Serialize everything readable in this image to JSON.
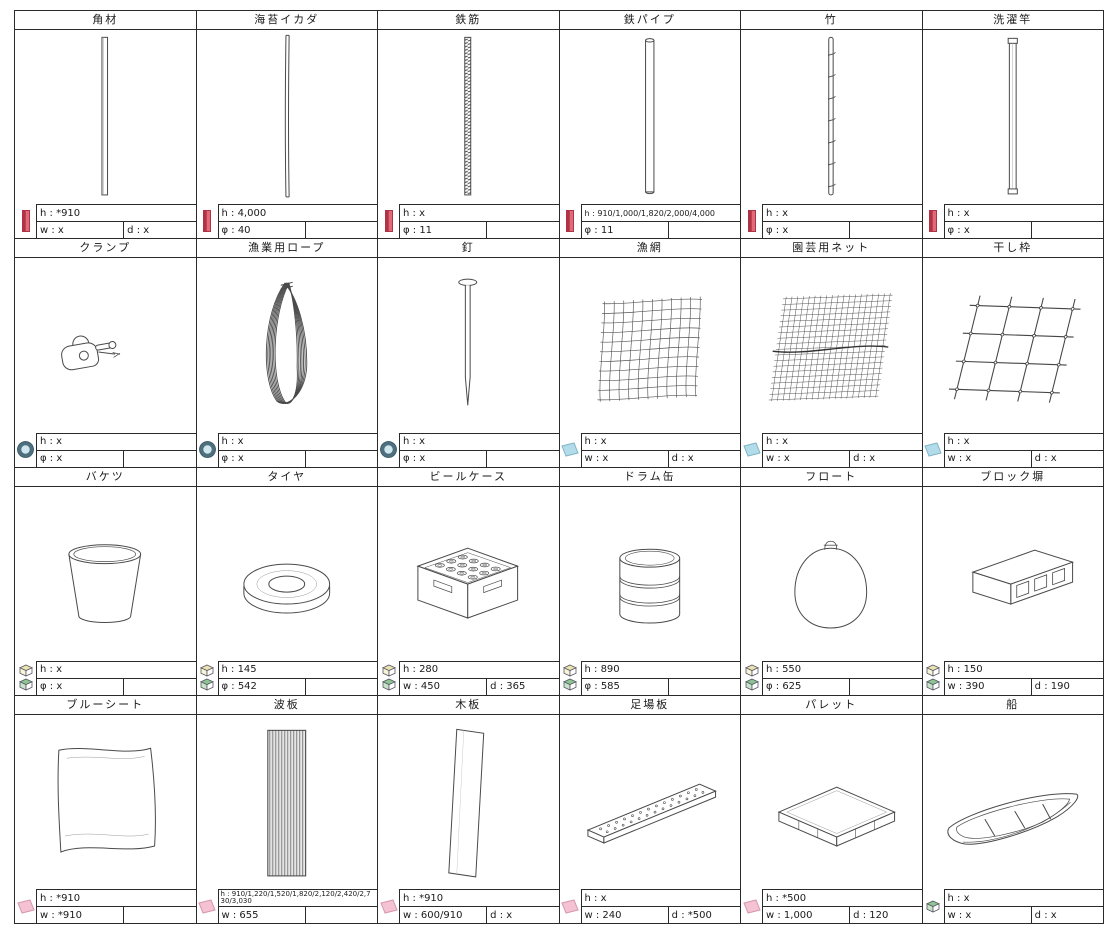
{
  "sheet": {
    "cells": [
      {
        "id": "kakuzai",
        "title": "角材",
        "drawing": "timber",
        "icon": "rod",
        "row1": {
          "label": "h",
          "value": "*910"
        },
        "row2": [
          {
            "label": "w",
            "value": "x"
          },
          {
            "label": "d",
            "value": "x"
          }
        ]
      },
      {
        "id": "nori-ikada",
        "title": "海苔イカダ",
        "drawing": "nori_pole",
        "icon": "rod",
        "row1": {
          "label": "h",
          "value": "4,000"
        },
        "row2": [
          {
            "label": "φ",
            "value": "40"
          }
        ]
      },
      {
        "id": "tekkin",
        "title": "鉄筋",
        "drawing": "rebar",
        "icon": "rod",
        "row1": {
          "label": "h",
          "value": "x"
        },
        "row2": [
          {
            "label": "φ",
            "value": "11"
          }
        ]
      },
      {
        "id": "tetsu-pipe",
        "title": "鉄パイプ",
        "drawing": "pipe",
        "icon": "rod",
        "row1": {
          "label": "h",
          "value": "910/1,000/1,820/2,000/4,000"
        },
        "row2": [
          {
            "label": "φ",
            "value": "11"
          }
        ]
      },
      {
        "id": "take",
        "title": "竹",
        "drawing": "bamboo",
        "icon": "rod",
        "row1": {
          "label": "h",
          "value": "x"
        },
        "row2": [
          {
            "label": "φ",
            "value": "x"
          }
        ]
      },
      {
        "id": "sentakuzao",
        "title": "洗濯竿",
        "drawing": "laundry_pole",
        "icon": "rod",
        "row1": {
          "label": "h",
          "value": "x"
        },
        "row2": [
          {
            "label": "φ",
            "value": "x"
          }
        ]
      },
      {
        "id": "clamp",
        "title": "クランプ",
        "drawing": "clamp",
        "icon": "ring",
        "row1": {
          "label": "h",
          "value": "x"
        },
        "row2": [
          {
            "label": "φ",
            "value": "x"
          }
        ]
      },
      {
        "id": "gyogyou-rope",
        "title": "漁業用ロープ",
        "drawing": "rope",
        "icon": "ring",
        "row1": {
          "label": "h",
          "value": "x"
        },
        "row2": [
          {
            "label": "φ",
            "value": "x"
          }
        ]
      },
      {
        "id": "kugi",
        "title": "釘",
        "drawing": "nail",
        "icon": "ring",
        "row1": {
          "label": "h",
          "value": "x"
        },
        "row2": [
          {
            "label": "φ",
            "value": "x"
          }
        ]
      },
      {
        "id": "gyomou",
        "title": "漁網",
        "drawing": "fishnet",
        "icon": "sheet_blue",
        "row1": {
          "label": "h",
          "value": "x"
        },
        "row2": [
          {
            "label": "w",
            "value": "x"
          },
          {
            "label": "d",
            "value": "x"
          }
        ]
      },
      {
        "id": "engei-net",
        "title": "園芸用ネット",
        "drawing": "garden_net",
        "icon": "sheet_blue",
        "row1": {
          "label": "h",
          "value": "x"
        },
        "row2": [
          {
            "label": "w",
            "value": "x"
          },
          {
            "label": "d",
            "value": "x"
          }
        ]
      },
      {
        "id": "hoshiwaku",
        "title": "干し枠",
        "drawing": "frame",
        "icon": "sheet_blue",
        "row1": {
          "label": "h",
          "value": "x"
        },
        "row2": [
          {
            "label": "w",
            "value": "x"
          },
          {
            "label": "d",
            "value": "x"
          }
        ]
      },
      {
        "id": "bucket",
        "title": "バケツ",
        "drawing": "bucket",
        "icon": "boxes",
        "row1": {
          "label": "h",
          "value": "x"
        },
        "row2": [
          {
            "label": "φ",
            "value": "x"
          }
        ]
      },
      {
        "id": "tire",
        "title": "タイヤ",
        "drawing": "tire",
        "icon": "boxes",
        "row1": {
          "label": "h",
          "value": "145"
        },
        "row2": [
          {
            "label": "φ",
            "value": "542"
          }
        ]
      },
      {
        "id": "beer-case",
        "title": "ビールケース",
        "drawing": "crate",
        "icon": "boxes",
        "row1": {
          "label": "h",
          "value": "280"
        },
        "row2": [
          {
            "label": "w",
            "value": "450"
          },
          {
            "label": "d",
            "value": "365"
          }
        ]
      },
      {
        "id": "drum-kan",
        "title": "ドラム缶",
        "drawing": "drum",
        "icon": "boxes",
        "row1": {
          "label": "h",
          "value": "890"
        },
        "row2": [
          {
            "label": "φ",
            "value": "585"
          }
        ]
      },
      {
        "id": "float",
        "title": "フロート",
        "drawing": "float",
        "icon": "boxes",
        "row1": {
          "label": "h",
          "value": "550"
        },
        "row2": [
          {
            "label": "φ",
            "value": "625"
          }
        ]
      },
      {
        "id": "block-bei",
        "title": "ブロック塀",
        "drawing": "block",
        "icon": "boxes",
        "row1": {
          "label": "h",
          "value": "150"
        },
        "row2": [
          {
            "label": "w",
            "value": "390"
          },
          {
            "label": "d",
            "value": "190"
          }
        ]
      },
      {
        "id": "blue-sheet",
        "title": "ブルーシート",
        "drawing": "tarp",
        "icon": "sheet_pink",
        "row1": {
          "label": "h",
          "value": "*910"
        },
        "row2": [
          {
            "label": "w",
            "value": "*910"
          }
        ]
      },
      {
        "id": "namiita",
        "title": "波板",
        "drawing": "corrugated",
        "icon": "sheet_pink",
        "row1": {
          "label": "h",
          "value": "910/1,220/1,520/1,820/2,120/2,420/2,730/3,030"
        },
        "row2": [
          {
            "label": "w",
            "value": "655"
          }
        ]
      },
      {
        "id": "mokuban",
        "title": "木板",
        "drawing": "board",
        "icon": "sheet_pink",
        "row1": {
          "label": "h",
          "value": "*910"
        },
        "row2": [
          {
            "label": "w",
            "value": "600/910"
          },
          {
            "label": "d",
            "value": "x"
          }
        ]
      },
      {
        "id": "ashiba-ita",
        "title": "足場板",
        "drawing": "scaffold",
        "icon": "sheet_pink",
        "row1": {
          "label": "h",
          "value": "x"
        },
        "row2": [
          {
            "label": "w",
            "value": "240"
          },
          {
            "label": "d",
            "value": "*500"
          }
        ]
      },
      {
        "id": "pallet",
        "title": "パレット",
        "drawing": "pallet",
        "icon": "sheet_pink",
        "row1": {
          "label": "h",
          "value": "*500"
        },
        "row2": [
          {
            "label": "w",
            "value": "1,000"
          },
          {
            "label": "d",
            "value": "120"
          }
        ]
      },
      {
        "id": "fune",
        "title": "船",
        "drawing": "boat",
        "icon": "box",
        "row1": {
          "label": "h",
          "value": "x"
        },
        "row2": [
          {
            "label": "w",
            "value": "x"
          },
          {
            "label": "d",
            "value": "x"
          }
        ]
      }
    ],
    "icon_colors": {
      "rod_red": "#b03245",
      "rod_red_light": "#e06a78",
      "ring_blue": "#4e6f7e",
      "sheet_blue": "#b2dcea",
      "sheet_pink": "#f4c2d2",
      "cube_yellow": "#ece4ae",
      "cube_green": "#8ec492"
    }
  }
}
